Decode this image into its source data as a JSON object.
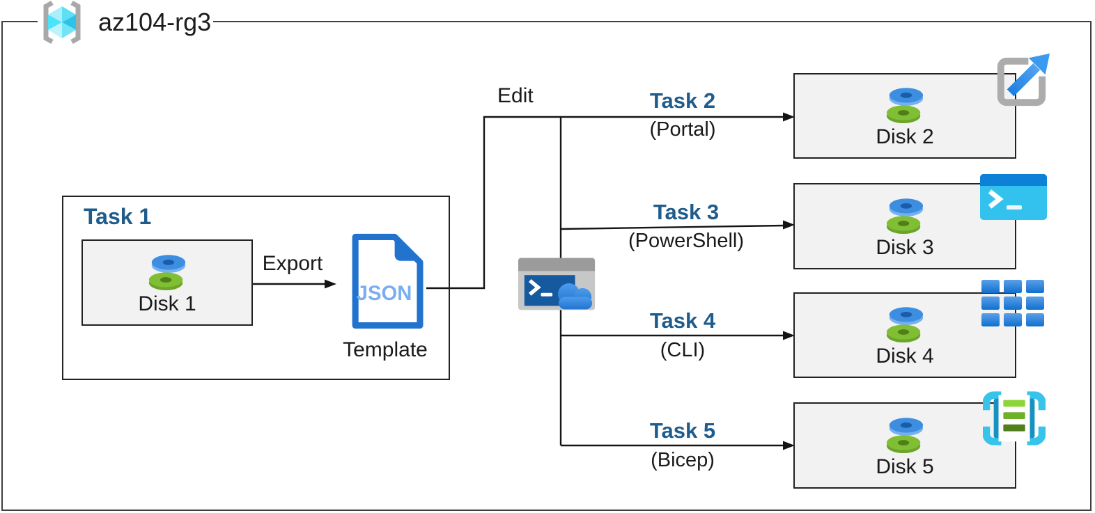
{
  "resource_group": {
    "name": "az104-rg3"
  },
  "task1": {
    "title": "Task 1",
    "disk_label": "Disk 1",
    "export_label": "Export",
    "template_badge": "JSON",
    "template_label": "Template"
  },
  "edit_label": "Edit",
  "branches": [
    {
      "task": "Task 2",
      "method": "(Portal)",
      "disk_label": "Disk 2",
      "icon": "azure-portal-icon"
    },
    {
      "task": "Task 3",
      "method": "(PowerShell)",
      "disk_label": "Disk 3",
      "icon": "powershell-icon"
    },
    {
      "task": "Task 4",
      "method": "(CLI)",
      "disk_label": "Disk 4",
      "icon": "azure-cli-icon"
    },
    {
      "task": "Task 5",
      "method": "(Bicep)",
      "disk_label": "Disk 5",
      "icon": "bicep-icon"
    }
  ],
  "center_icon": "cloud-shell-icon",
  "colors": {
    "task_label_navy": "#1F5C8C",
    "azure_blue": "#2E87DE",
    "disk_blue": "#3D8EE1",
    "disk_green": "#7AB92F",
    "template_border_blue": "#2273CE",
    "cyan": "#38C4EA",
    "box_fill_gray": "#F2F2F2",
    "bracket_gray": "#A8A8A8"
  }
}
